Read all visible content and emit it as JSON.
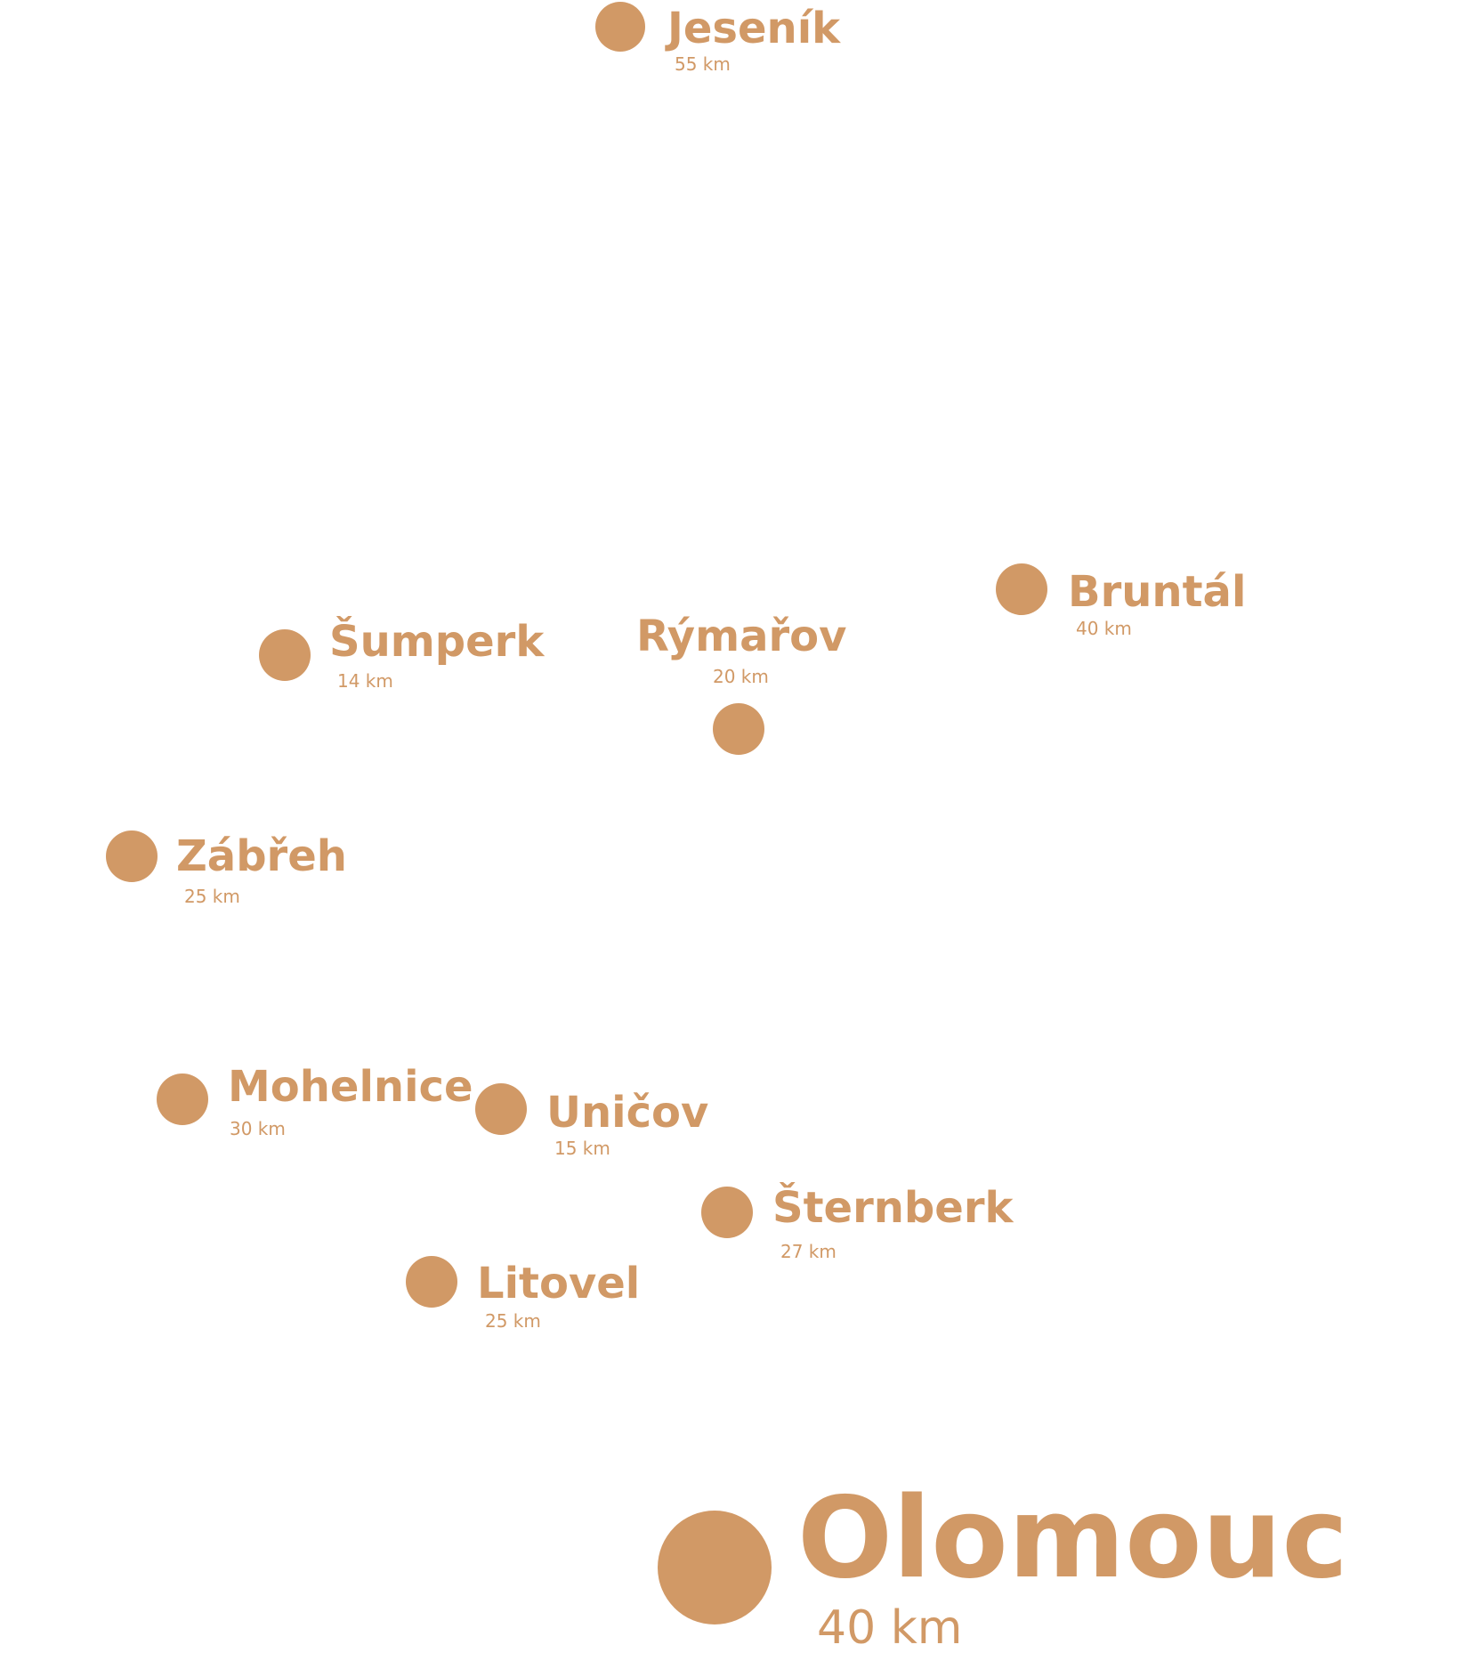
{
  "accent_color": "#d19966",
  "towns": [
    {
      "id": "jesenik",
      "name": "Jeseník",
      "distance": "55 km"
    },
    {
      "id": "bruntal",
      "name": "Bruntál",
      "distance": "40 km"
    },
    {
      "id": "sumperk",
      "name": "Šumperk",
      "distance": "14 km"
    },
    {
      "id": "rymarov",
      "name": "Rýmařov",
      "distance": "20 km"
    },
    {
      "id": "zabreh",
      "name": "Zábřeh",
      "distance": "25 km"
    },
    {
      "id": "mohelnice",
      "name": "Mohelnice",
      "distance": "30 km"
    },
    {
      "id": "unicov",
      "name": "Uničov",
      "distance": "15 km"
    },
    {
      "id": "sternberk",
      "name": "Šternberk",
      "distance": "27 km"
    },
    {
      "id": "litovel",
      "name": "Litovel",
      "distance": "25 km"
    },
    {
      "id": "olomouc",
      "name": "Olomouc",
      "distance": "40 km"
    }
  ]
}
